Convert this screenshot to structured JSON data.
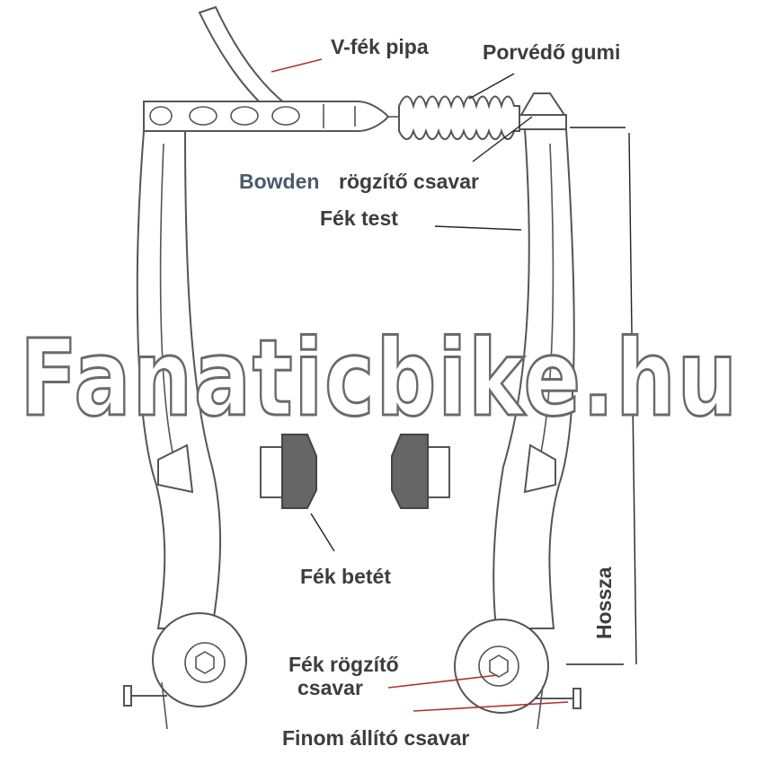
{
  "labels": {
    "v_fek_pipa": "V-fék pipa",
    "porvedo_gumi": "Porvédő gumi",
    "bowden_word": "Bowden",
    "rogzito_csavar": "rögzítő csavar",
    "fek_test": "Fék test",
    "fek_betet": "Fék betét",
    "fek_rogzito_line1": "Fék rögzítő",
    "fek_rogzito_line2": "csavar",
    "finom_allito": "Finom állító csavar",
    "hossza": "Hossza"
  },
  "watermark": "Fanaticbike.hu",
  "colors": {
    "label_text": "#3d3d3d",
    "bowden_text": "#4a5a6e",
    "leader_red": "#b03030",
    "pad_fill": "#666666"
  }
}
